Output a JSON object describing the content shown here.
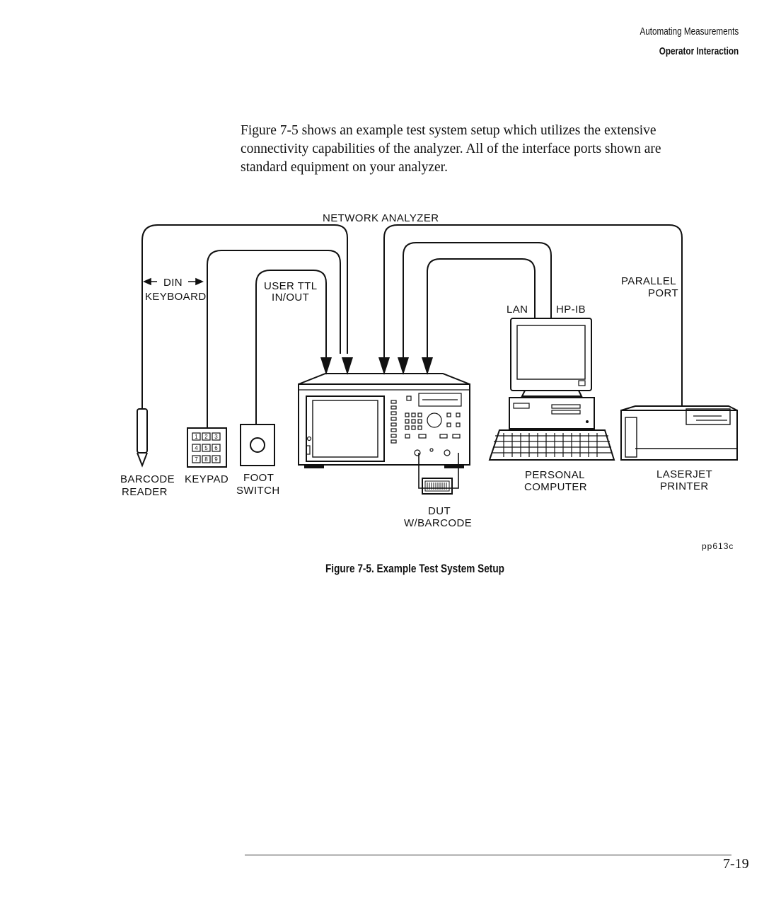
{
  "header": {
    "section": "Automating Measurements",
    "subsection": "Operator Interaction"
  },
  "intro": {
    "line1": "Figure 7-5 shows an example test system setup which utilizes the extensive",
    "line2": "connectivity capabilities of the analyzer. All of the interface ports shown are",
    "line3": "standard equipment on your analyzer."
  },
  "figure": {
    "network_analyzer": "NETWORK ANALYZER",
    "din": "DIN",
    "keyboard": "KEYBOARD",
    "user_ttl_1": "USER TTL",
    "user_ttl_2": "IN/OUT",
    "lan": "LAN",
    "hpib": "HP-IB",
    "parallel_1": "PARALLEL",
    "parallel_2": "PORT",
    "barcode_1": "BARCODE",
    "barcode_2": "READER",
    "keypad": "KEYPAD",
    "foot_1": "FOOT",
    "foot_2": "SWITCH",
    "dut_1": "DUT",
    "dut_2": "W/BARCODE",
    "pc_1": "PERSONAL",
    "pc_2": "COMPUTER",
    "printer_1": "LASERJET",
    "printer_2": "PRINTER",
    "keypad_keys": [
      "1",
      "2",
      "3",
      "4",
      "5",
      "6",
      "7",
      "8",
      "9"
    ],
    "ref_code": "pp613c"
  },
  "caption": "Figure 7-5. Example Test System Setup",
  "page_number": "7-19"
}
